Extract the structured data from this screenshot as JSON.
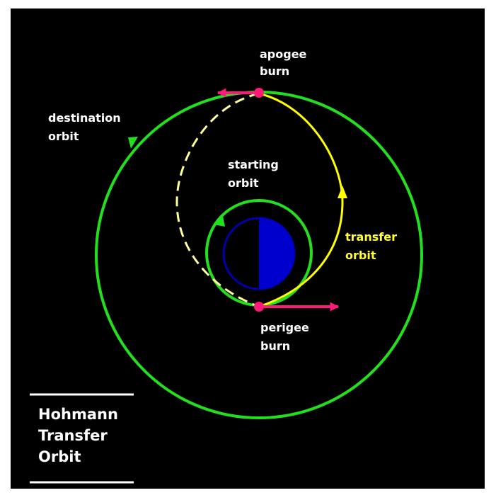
{
  "title_lines": [
    "Hohmann",
    "Transfer",
    "Orbit"
  ],
  "labels": {
    "apogee_burn": [
      "apogee",
      "burn"
    ],
    "destination_orbit": [
      "destination",
      "orbit"
    ],
    "starting_orbit": [
      "starting",
      "orbit"
    ],
    "transfer_orbit": [
      "transfer",
      "orbit"
    ],
    "perigee_burn": [
      "perigee",
      "burn"
    ]
  },
  "colors": {
    "background": "#000000",
    "orbit_green": "#22e01e",
    "transfer_yellow": "#ffff00",
    "dashed_path": "#ffff99",
    "burn_magenta": "#ff1a7a",
    "planet_blue": "#0000cc",
    "planet_outline": "#0000aa",
    "text_white": "#ffffff",
    "text_yellow": "#ffff33"
  }
}
